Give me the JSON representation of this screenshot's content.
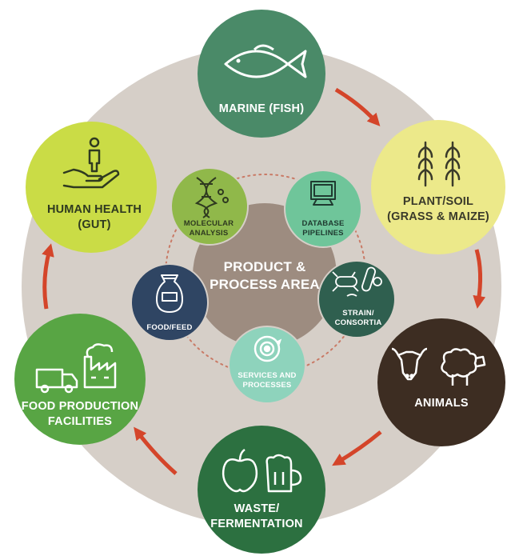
{
  "center": {
    "line1": "PRODUCT &",
    "line2": "PROCESS AREA"
  },
  "outer_nodes": {
    "marine": {
      "lines": [
        "MARINE (FISH)"
      ],
      "icon": "fish-icon",
      "color": "#4a8a68"
    },
    "plant": {
      "lines": [
        "PLANT/SOIL",
        "(GRASS & MAIZE)"
      ],
      "icon": "wheat-icon",
      "color": "#ece98a"
    },
    "animals": {
      "lines": [
        "ANIMALS"
      ],
      "icon": "cow-sheep-icon",
      "color": "#3d2d22"
    },
    "waste": {
      "lines": [
        "WASTE/",
        "FERMENTATION"
      ],
      "icon": "apple-beer-icon",
      "color": "#2c7040"
    },
    "food_prod": {
      "lines": [
        "FOOD PRODUCTION",
        "FACILITIES"
      ],
      "icon": "truck-factory-icon",
      "color": "#58a544"
    },
    "human": {
      "lines": [
        "HUMAN HEALTH",
        "(GUT)"
      ],
      "icon": "hand-person-icon",
      "color": "#cadc46"
    }
  },
  "inner_nodes": {
    "molecular": {
      "lines": [
        "MOLECULAR",
        "ANALYSIS"
      ],
      "icon": "dna-icon",
      "color": "#90b84a"
    },
    "database": {
      "lines": [
        "DATABASE",
        "PIPELINES"
      ],
      "icon": "computer-icon",
      "color": "#6fc59a"
    },
    "strain": {
      "lines": [
        "STRAIN/",
        "CONSORTIA"
      ],
      "icon": "bacteria-icon",
      "color": "#2f5f4f"
    },
    "services": {
      "lines": [
        "SERVICES AND",
        "PROCESSES"
      ],
      "icon": "gear-cycle-icon",
      "color": "#8ed3bc"
    },
    "food_feed": {
      "lines": [
        "FOOD/FEED"
      ],
      "icon": "sack-icon",
      "color": "#2f4563"
    }
  },
  "colors": {
    "ring": "#d6cfc8",
    "center": "#9d8c80",
    "arrow": "#d4452a",
    "dots": "#c97a66"
  }
}
